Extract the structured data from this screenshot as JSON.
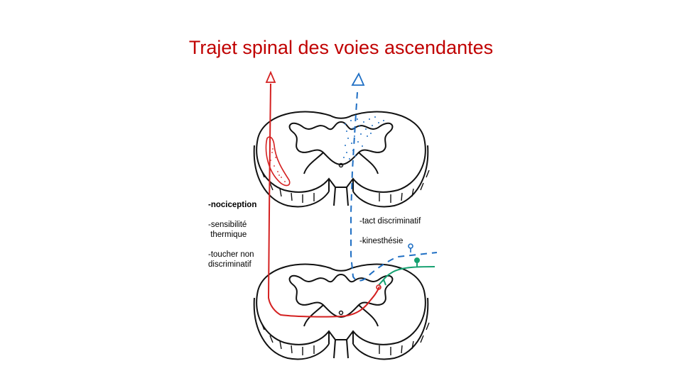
{
  "slide": {
    "title": "Trajet spinal des voies ascendantes",
    "title_color": "#c00000"
  },
  "labels": {
    "nociception": "-nociception",
    "thermal": "-sensibilité\n thermique",
    "touch_non_discriminative": "-toucher non\ndiscriminatif",
    "tact_discriminative": "-tact discriminatif",
    "kinesthesia": "-kinesthésie"
  },
  "colors": {
    "outline": "#111111",
    "anterolateral_pathway": "#d42020",
    "dorsal_column_pathway": "#1f6fc4",
    "afferent_fiber": "#15a070"
  }
}
